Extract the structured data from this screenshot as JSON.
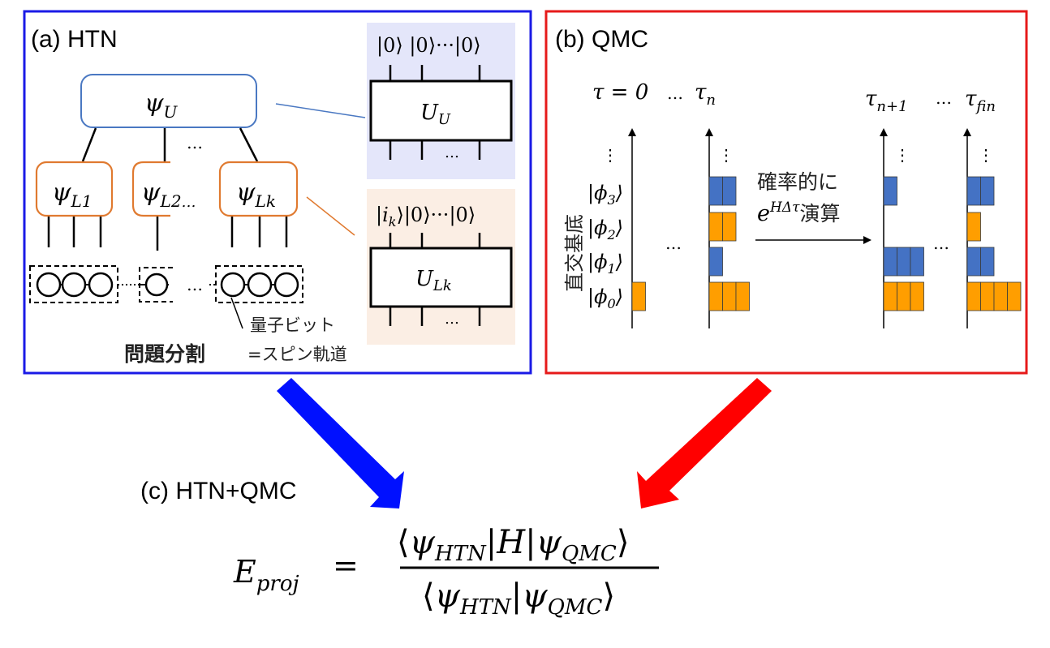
{
  "colors": {
    "htn_border": "#1a1ae6",
    "qmc_border": "#e61a1a",
    "upper_node": "#4a78c2",
    "lower_node": "#e07a30",
    "upper_bg": "#e4e6fa",
    "lower_bg": "#fbeee4",
    "bar_blue": "#4472c4",
    "bar_orange": "#ff9e00",
    "arrow_blue": "#0010ff",
    "arrow_red": "#ff0000",
    "eq_blue": "#0010ff",
    "eq_red": "#e81010"
  },
  "panel_a": {
    "title": "(a) HTN",
    "upper_node": {
      "psi": "ψ",
      "sub": "U"
    },
    "dots_upper": "…",
    "lower_nodes": [
      {
        "psi": "ψ",
        "sub": "L1"
      },
      {
        "psi": "ψ",
        "sub": "L2",
        "suffix": "…"
      },
      {
        "psi": "ψ",
        "sub": "Lk"
      }
    ],
    "dots_qubits": "…",
    "qubit_label_1": "量子ビット",
    "qubit_label_2": "=スピン軌道",
    "partition_label": "問題分割",
    "circuit_upper": {
      "inputs": "|0⟩ |0⟩···|0⟩",
      "gate": "U",
      "gate_sub": "U",
      "dots": "…"
    },
    "circuit_lower": {
      "input_first": "|i",
      "input_first_sub": "k",
      "input_rest": "⟩|0⟩···|0⟩",
      "gate": "U",
      "gate_sub": "Lk",
      "dots": "…"
    }
  },
  "panel_b": {
    "title": "(b) QMC",
    "time_labels": {
      "t0": "τ = 0",
      "dots1": "…",
      "tn": "τ",
      "tn_sub": "n",
      "tn1": "τ",
      "tn1_sub": "n+1",
      "dots2": "…",
      "tfin": "τ",
      "tfin_sub": "fin"
    },
    "basis_axis_label": "直交基底",
    "basis_states": [
      {
        "label": "|ϕ",
        "sub": "3"
      },
      {
        "label": "|ϕ",
        "sub": "2"
      },
      {
        "label": "|ϕ",
        "sub": "1"
      },
      {
        "label": "|ϕ",
        "sub": "0"
      }
    ],
    "vdots": "⋮",
    "between_dots": "…",
    "operation_line1": "確率的に",
    "operation_exp": "e",
    "operation_exp_sup": "HΔτ",
    "operation_line2": "演算",
    "columns": [
      {
        "name": "tau-0",
        "walkers": {
          "phi0": 1,
          "phi1": 0,
          "phi2": 0,
          "phi3": 0
        }
      },
      {
        "name": "tau-n",
        "walkers": {
          "phi0": 3,
          "phi1": 1,
          "phi2": 2,
          "phi3": 2
        }
      },
      {
        "name": "tau-n-plus-1",
        "walkers": {
          "phi0": 3,
          "phi1": 3,
          "phi2": 0,
          "phi3": 1
        }
      },
      {
        "name": "tau-fin",
        "walkers": {
          "phi0": 4,
          "phi1": 2,
          "phi2": 1,
          "phi3": 2
        }
      }
    ]
  },
  "panel_c": {
    "title": "(c) HTN+QMC",
    "lhs": "E",
    "lhs_sub": "proj",
    "equals": "=",
    "numerator": {
      "open": "⟨",
      "psi_htn": "ψ",
      "htn_sub": "HTN",
      "bar1": "|",
      "op": "H",
      "bar2": "|",
      "psi_qmc": "ψ",
      "qmc_sub": "QMC",
      "close": "⟩"
    },
    "denominator": {
      "open": "⟨",
      "psi_htn": "ψ",
      "htn_sub": "HTN",
      "bar": "|",
      "psi_qmc": "ψ",
      "qmc_sub": "QMC",
      "close": "⟩"
    }
  }
}
